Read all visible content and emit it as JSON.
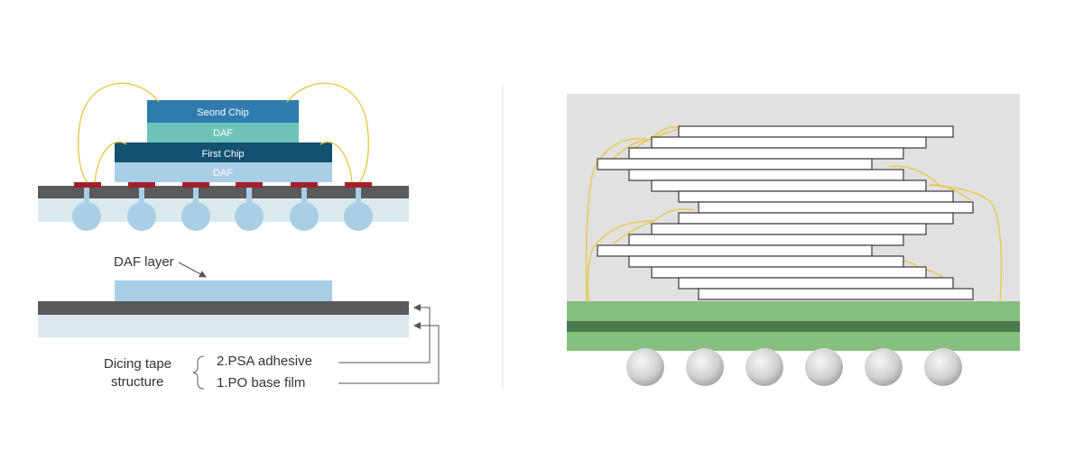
{
  "left_diagram": {
    "chip_labels": {
      "second_chip": "Seond Chip",
      "daf_top": "DAF",
      "first_chip": "First Chip",
      "daf_bottom": "DAF"
    },
    "daf_layer_label": "DAF layer",
    "dicing_tape_label_line1": "Dicing tape",
    "dicing_tape_label_line2": "structure",
    "psa_label": "2.PSA adhesive",
    "po_label": "1.PO base film"
  },
  "colors": {
    "second_chip": "#2f7bad",
    "daf_top": "#6fc3b8",
    "first_chip": "#14506f",
    "daf_bottom": "#a9cee6",
    "substrate_top": "#5a5a5c",
    "substrate_bottom": "#dbe9ee",
    "pad": "#a31f2a",
    "wire": "#e8c84a",
    "pcb_green": "#86c07f",
    "pcb_dark": "#4c7a4e",
    "mold_grey": "#e1e1e1"
  }
}
